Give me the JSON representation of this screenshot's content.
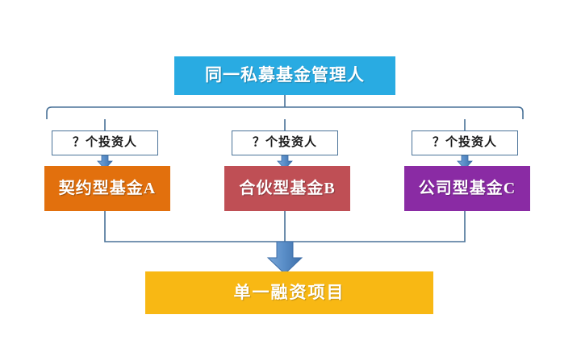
{
  "diagram": {
    "type": "flowchart",
    "title_box": {
      "label": "同一私募基金管理人",
      "color": "#29abe2"
    },
    "investor_labels": [
      {
        "label": "？个投资人"
      },
      {
        "label": "？个投资人"
      },
      {
        "label": "？个投资人"
      }
    ],
    "funds": [
      {
        "label": "契约型基金A",
        "color": "#e2700d"
      },
      {
        "label": "合伙型基金B",
        "color": "#bf4f55"
      },
      {
        "label": "公司型基金C",
        "color": "#8a2ba4"
      }
    ],
    "project_box": {
      "label": "单一融资项目",
      "color": "#f8b814"
    },
    "connector_color": "#4a7298",
    "arrow_fill": "#5b8fc9"
  }
}
